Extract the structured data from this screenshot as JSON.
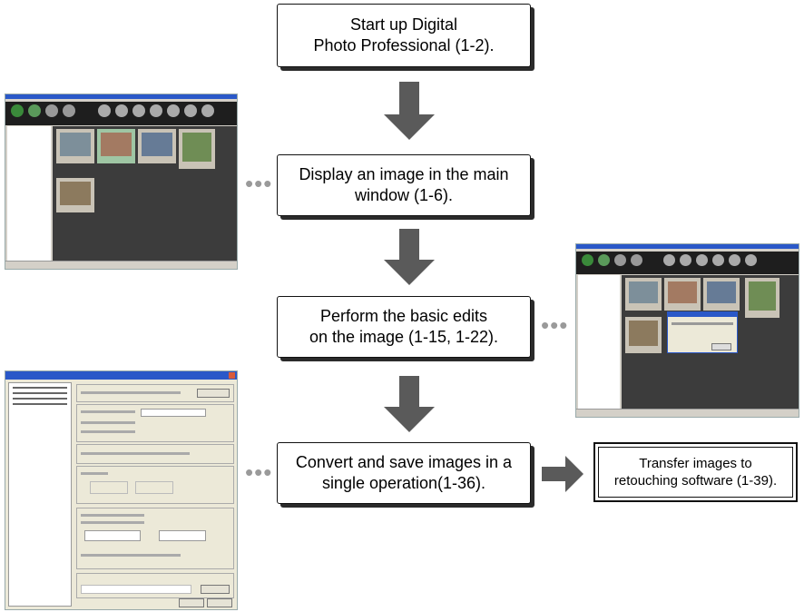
{
  "steps": [
    {
      "text": "Start up Digital\nPhoto Professional (1-2)."
    },
    {
      "text": "Display an image in the main\nwindow (1-6)."
    },
    {
      "text": "Perform the basic edits\non the image (1-15, 1-22)."
    },
    {
      "text": "Convert and save images in a\nsingle operation(1-36)."
    }
  ],
  "side_step": {
    "text": "Transfer images to\nretouching software (1-39)."
  },
  "connector": {
    "dots": "•••"
  },
  "thumbnails": [
    {
      "icon": "main-window-screenshot"
    },
    {
      "icon": "edit-window-screenshot"
    },
    {
      "icon": "batch-settings-screenshot"
    }
  ],
  "colors": {
    "arrow": "#5a5a5a",
    "dots": "#9a9a9a",
    "shadow": "#2b2b2b",
    "window_dark": "#3c3c3c"
  }
}
